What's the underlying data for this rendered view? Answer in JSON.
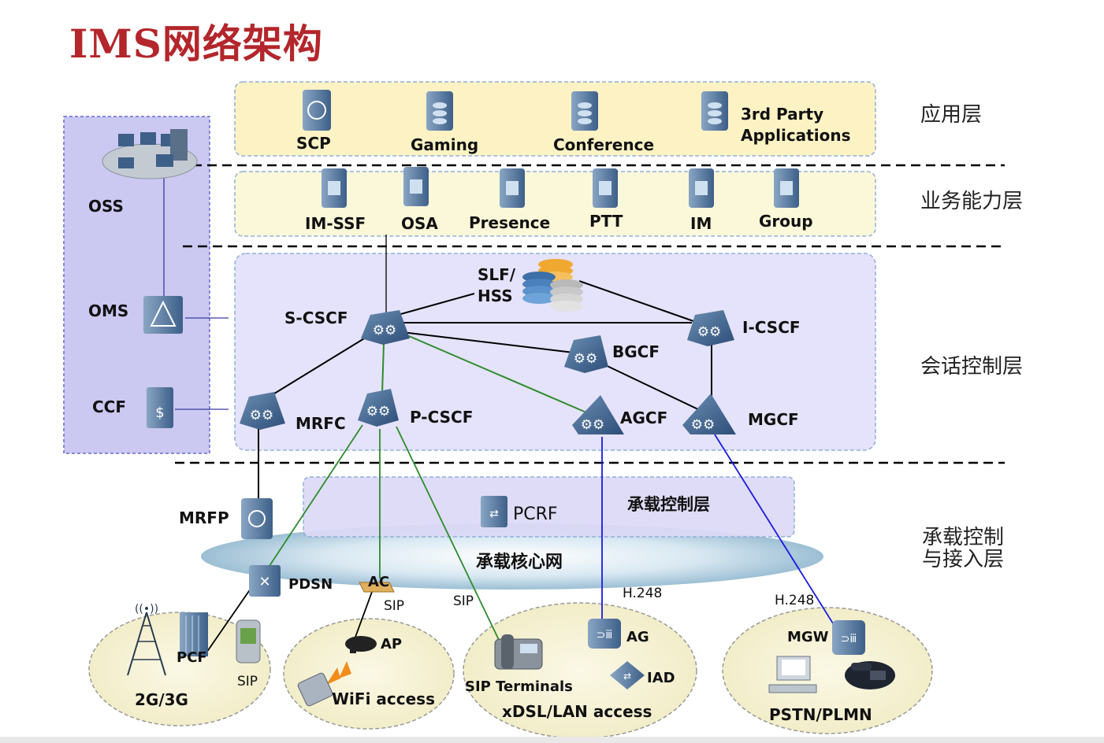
{
  "title": "IMS网络架构",
  "layers": {
    "application": "应用层",
    "service_capability": "业务能力层",
    "session_control": "会话控制层",
    "bearer_access_line1": "承载控制",
    "bearer_access_line2": "与接入层"
  },
  "management": {
    "oss": "OSS",
    "oms": "OMS",
    "ccf": "CCF"
  },
  "application_layer": {
    "scp": "SCP",
    "gaming": "Gaming",
    "conference": "Conference",
    "third_party_1": "3rd Party",
    "third_party_2": "Applications"
  },
  "service_layer": {
    "im_ssf": "IM-SSF",
    "osa": "OSA",
    "presence": "Presence",
    "ptt": "PTT",
    "im": "IM",
    "group": "Group"
  },
  "session_layer": {
    "slf_1": "SLF/",
    "slf_2": "HSS",
    "s_cscf": "S-CSCF",
    "i_cscf": "I-CSCF",
    "bgcf": "BGCF",
    "mrfc": "MRFC",
    "p_cscf": "P-CSCF",
    "agcf": "AGCF",
    "mgcf": "MGCF"
  },
  "bearer_layer": {
    "mrfp": "MRFP",
    "pcrf": "PCRF",
    "bearer_control_label": "承载控制层",
    "core_network": "承载核心网",
    "pdsn": "PDSN",
    "ac": "AC"
  },
  "protocols": {
    "sip_1": "SIP",
    "sip_2": "SIP",
    "sip_3": "SIP",
    "h248_1": "H.248",
    "h248_2": "H.248"
  },
  "access": {
    "cellular": {
      "pcf": "PCF",
      "label": "2G/3G"
    },
    "wifi": {
      "ap": "AP",
      "label": "WiFi access"
    },
    "xdsl": {
      "sip_terminals": "SIP Terminals",
      "ag": "AG",
      "iad": "IAD",
      "label": "xDSL/LAN access"
    },
    "pstn": {
      "mgw": "MGW",
      "label": "PSTN/PLMN"
    }
  },
  "colors": {
    "title": "#b3262b",
    "app_band": "#fcf2c4",
    "service_band": "#fbf8d9",
    "session_band": "#e5e2fb",
    "mgmt_band": "#cbc8f2",
    "green_link": "#2e8b2e",
    "blue_link": "#1a1ae0"
  }
}
